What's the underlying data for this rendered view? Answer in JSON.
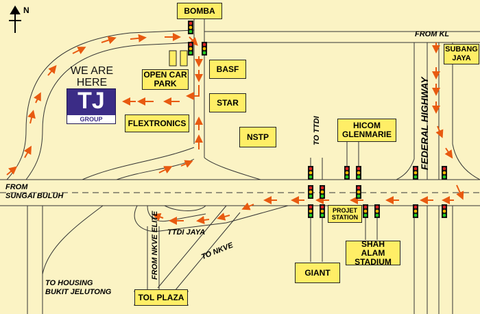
{
  "compass": {
    "label": "N"
  },
  "here": {
    "line1": "WE ARE",
    "line2": "HERE"
  },
  "logo": {
    "initials": "TJ",
    "group": "GROUP",
    "brand_color": "#3b2c86"
  },
  "colors": {
    "background": "#fbf3c4",
    "box": "#ffee66",
    "arrow": "#e85a10",
    "road": "#333333"
  },
  "landmarks": {
    "bomba": "BOMBA",
    "open_car_park": "OPEN CAR PARK",
    "basf": "BASF",
    "star": "STAR",
    "flextronics": "FLEXTRONICS",
    "nstp": "NSTP",
    "hicom_glenmarie": "HICOM GLENMARIE",
    "subang_jaya": "SUBANG JAYA",
    "projet_station": "PROJET STATION",
    "shah_alam_stadium": "SHAH ALAM STADIUM",
    "giant": "GIANT",
    "tol_plaza": "TOL PLAZA"
  },
  "roads": {
    "from_kl": "FROM KL",
    "federal_highway": "FEDERAL HIGHWAY",
    "to_ttdi": "TO TTDI",
    "from_sungai_buluh_1": "FROM",
    "from_sungai_buluh_2": "SUNGAI BULUH",
    "from_nkve_elite": "FROM NKVE ELITE",
    "ttdi_jaya": "TTDI JAYA",
    "to_nkve": "TO NKVE",
    "to_housing_1": "TO HOUSING",
    "to_housing_2": "BUKIT JELUTONG"
  }
}
